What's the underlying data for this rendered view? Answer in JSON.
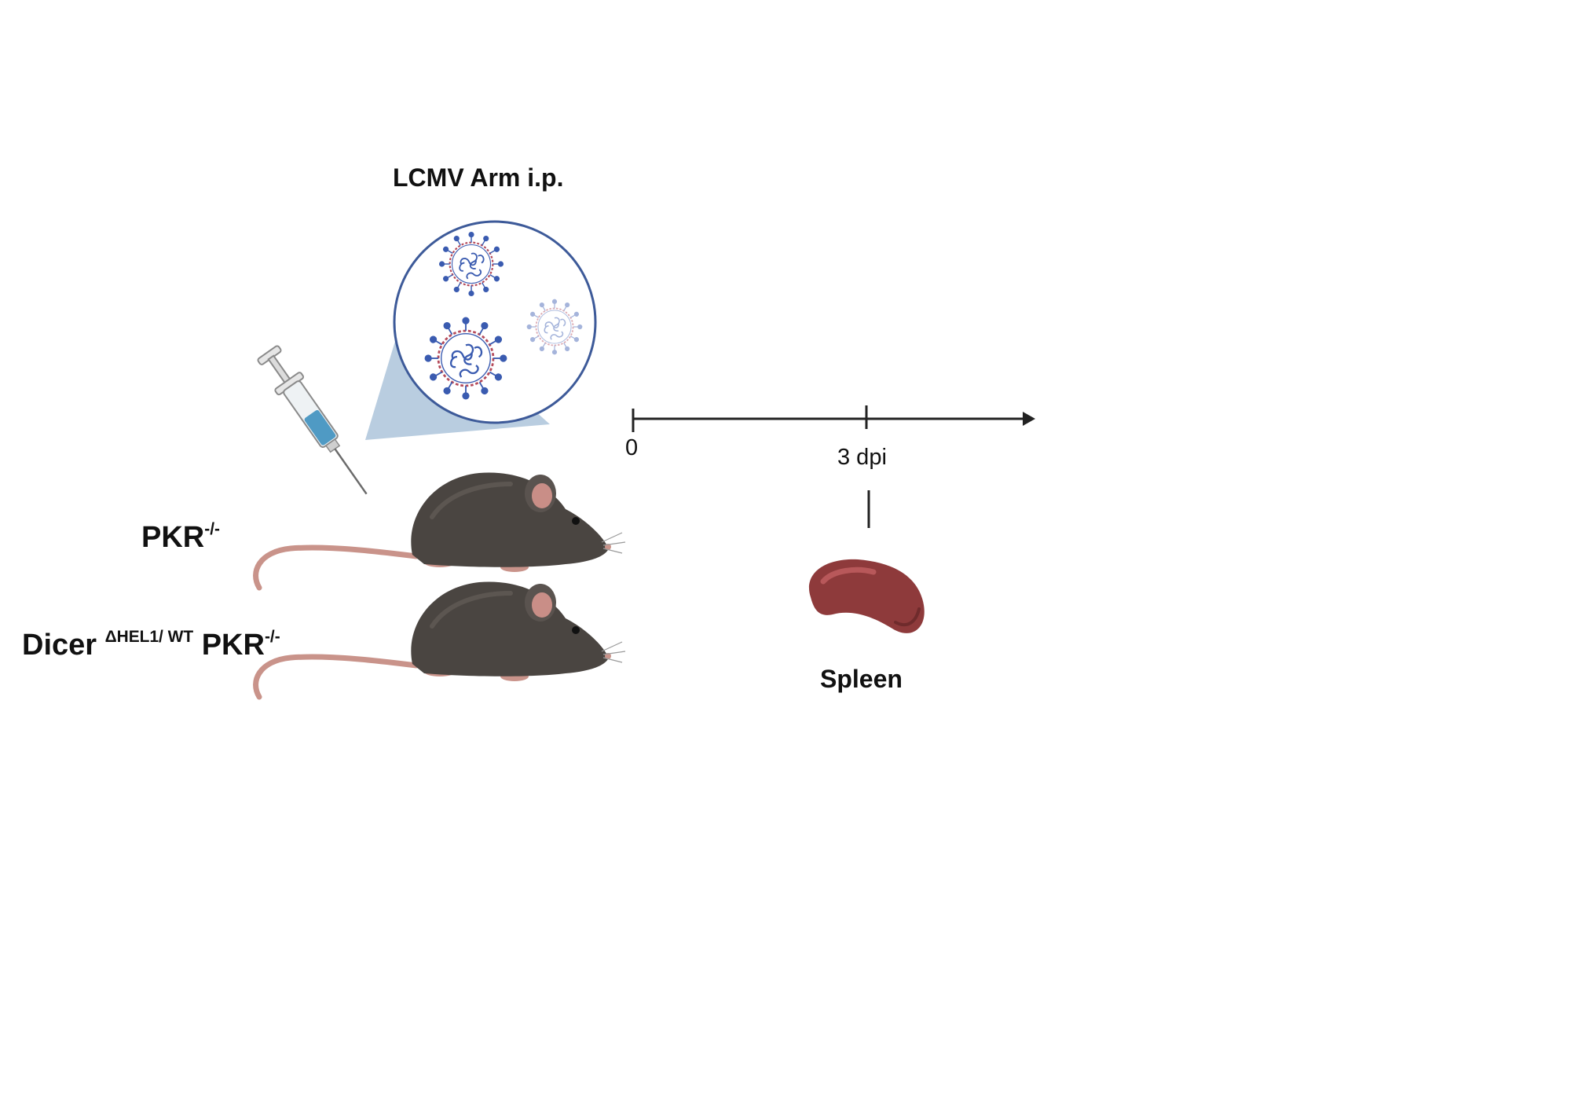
{
  "title": "LCMV Arm i.p.",
  "mice": [
    {
      "name": "PKR",
      "superscript": "-/-"
    },
    {
      "prefix": "Dicer",
      "prefix_superscript": "ΔHEL1/ WT",
      "name": "PKR",
      "superscript": "-/-"
    }
  ],
  "timeline": {
    "ticks": [
      {
        "label": "0",
        "value": 0
      },
      {
        "label": "3 dpi",
        "value": 3
      }
    ]
  },
  "organ": {
    "label": "Spleen"
  },
  "icons": [
    "syringe-icon",
    "virus-icon",
    "mouse-icon",
    "spleen-icon"
  ],
  "colors": {
    "mouse_body": "#4a4541",
    "mouse_tail": "#c9938a",
    "virus": "#3a5bb0",
    "spleen": "#8e3a3b",
    "zoom_circle": "#3d5a99",
    "zoom_cone": "#b9cde0",
    "syringe_fluid": "#4f9ac4"
  }
}
